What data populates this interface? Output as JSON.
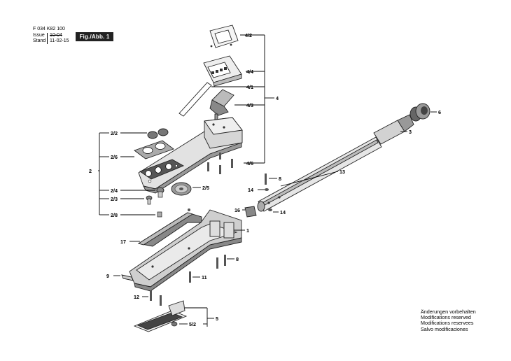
{
  "header": {
    "part_number": "F 034 K82 100",
    "issue_label": "Issue",
    "issue_value": "10-04",
    "stand_label": "Stand",
    "stand_value": "11-02-15",
    "figure_label": "Fig./Abb. 1"
  },
  "callouts": {
    "c4_2": "4/2",
    "c4_4": "4/4",
    "c4_1": "4/1",
    "c4_3": "4/3",
    "c4": "4",
    "c4_6": "4/6",
    "c6": "6",
    "c3": "3",
    "c2_2": "2/2",
    "c2_6": "2/6",
    "c2": "2",
    "c2_4": "2/4",
    "c2_3": "2/3",
    "c2_5": "2/5",
    "c2_8": "2/8",
    "c8a": "8",
    "c13": "13",
    "c14a": "14",
    "c14b": "14",
    "c16": "16",
    "c1": "1",
    "c17": "17",
    "c8b": "8",
    "c9": "9",
    "c11": "11",
    "c12": "12",
    "c5": "5",
    "c5_2": "5/2"
  },
  "notes": [
    "Änderungen vorbehalten",
    "Modifications reserved",
    "Modifications reservees",
    "Salvo modificaciones"
  ]
}
